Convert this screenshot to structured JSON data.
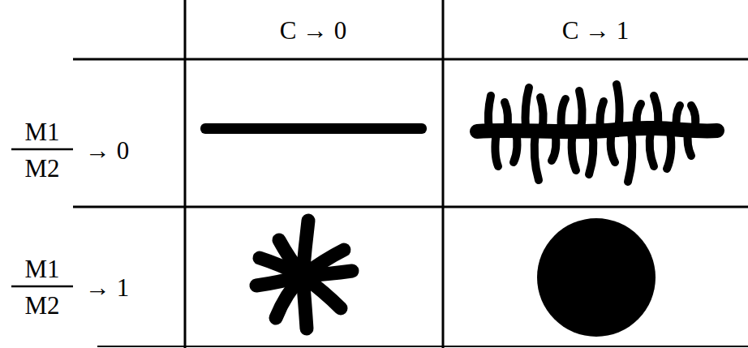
{
  "diagram": {
    "labels": [
      "C → 0",
      "C → 1",
      "M1",
      "M2",
      "→ 0",
      "M1",
      "M2",
      "→ 1"
    ]
  }
}
